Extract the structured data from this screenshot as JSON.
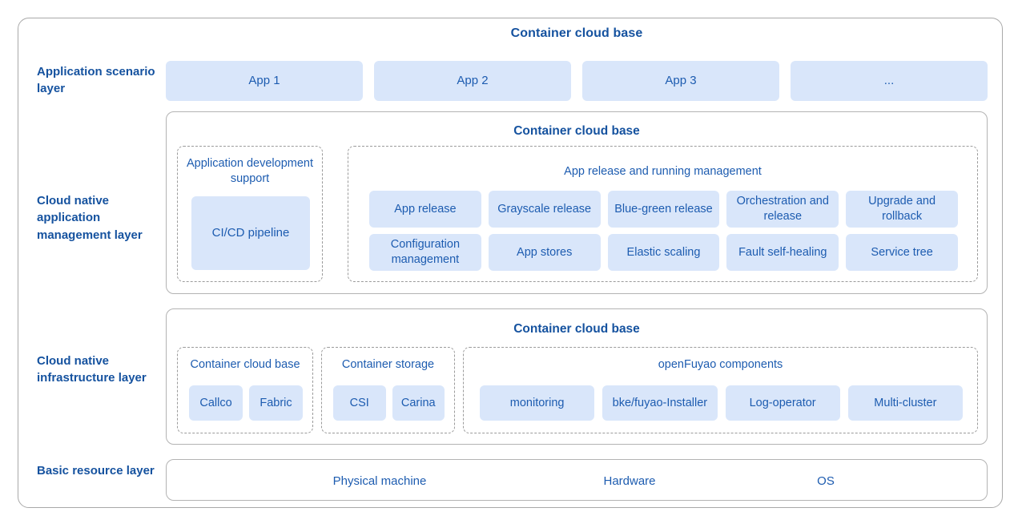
{
  "diagram": {
    "title": "Container cloud base",
    "colors": {
      "accent_text": "#15529f",
      "chip_text": "#1d5cb0",
      "chip_fill": "#d9e6fa",
      "panel_border": "#b3b3b3",
      "dashed_border": "#9b9b9b",
      "frame_border": "#a9a9a9",
      "background": "#ffffff"
    }
  },
  "layers": {
    "application_scenario": {
      "label": "Application scenario layer",
      "apps": [
        {
          "label": "App 1"
        },
        {
          "label": "App 2"
        },
        {
          "label": "App 3"
        },
        {
          "label": "..."
        }
      ]
    },
    "app_management": {
      "label": "Cloud native application management layer",
      "panel_title": "Container cloud base",
      "app_development": {
        "title": "Application development support",
        "items": [
          {
            "label": "CI/CD pipeline"
          }
        ]
      },
      "app_release": {
        "title": "App release and running management",
        "items": [
          {
            "label": "App release"
          },
          {
            "label": "Grayscale release"
          },
          {
            "label": "Blue-green release"
          },
          {
            "label": "Orchestration and release"
          },
          {
            "label": "Upgrade and rollback"
          },
          {
            "label": "Configuration management"
          },
          {
            "label": "App stores"
          },
          {
            "label": "Elastic scaling"
          },
          {
            "label": "Fault self-healing"
          },
          {
            "label": "Service tree"
          }
        ]
      }
    },
    "infrastructure": {
      "label": "Cloud native infrastructure layer",
      "panel_title": "Container cloud base",
      "groups": [
        {
          "title": "Container cloud base",
          "items": [
            {
              "label": "Callco"
            },
            {
              "label": "Fabric"
            }
          ]
        },
        {
          "title": "Container storage",
          "items": [
            {
              "label": "CSI"
            },
            {
              "label": "Carina"
            }
          ]
        },
        {
          "title": "openFuyao components",
          "items": [
            {
              "label": "monitoring"
            },
            {
              "label": "bke/fuyao-Installer"
            },
            {
              "label": "Log-operator"
            },
            {
              "label": "Multi-cluster"
            }
          ]
        }
      ]
    },
    "basic_resource": {
      "label": "Basic resource layer",
      "items": [
        {
          "label": "Physical machine"
        },
        {
          "label": "Hardware"
        },
        {
          "label": "OS"
        }
      ]
    }
  }
}
